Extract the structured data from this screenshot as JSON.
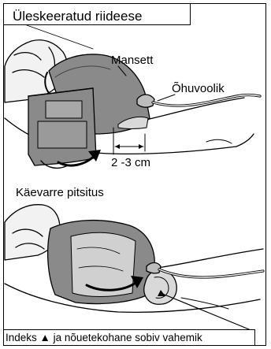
{
  "title": "Üleskeeratud riideese",
  "labels": {
    "cuff": "Mansett",
    "air_tube": "Õhuvoolik",
    "distance": "2 -3 cm",
    "section_two": "Käevarre pitsitus",
    "caption": "Indeks ▲ ja nõuetekohane sobiv vahemik"
  },
  "colors": {
    "cuff_fill": "#8a8a8a",
    "cuff_dark": "#5e5e5e",
    "fabric_fill": "#d9d9d9"
  }
}
